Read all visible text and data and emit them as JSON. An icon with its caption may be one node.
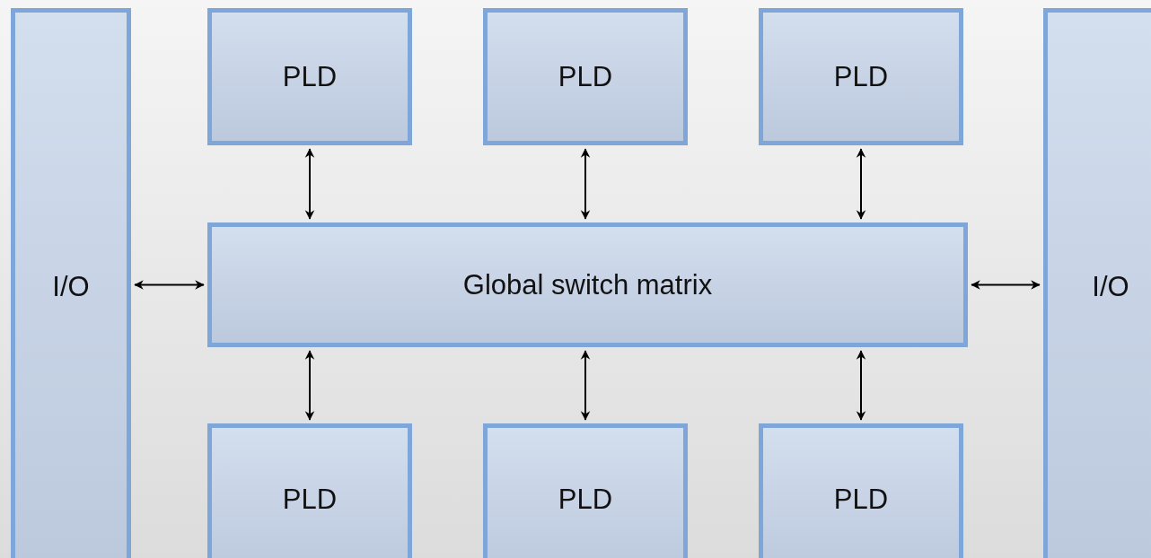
{
  "diagram": {
    "nodes": [
      {
        "text": [
          "I/O"
        ]
      },
      {
        "text": [
          "PLD"
        ]
      },
      {
        "text": [
          "PLD"
        ]
      },
      {
        "text": [
          "PLD"
        ]
      },
      {
        "text": [
          "Global switch matrix"
        ]
      },
      {
        "text": [
          "PLD"
        ]
      },
      {
        "text": [
          "PLD"
        ]
      },
      {
        "text": [
          "PLD"
        ]
      },
      {
        "text": [
          "I/O"
        ]
      }
    ],
    "edges": [
      {
        "from": 1,
        "to": 4,
        "arrow": "both"
      },
      {
        "from": 2,
        "to": 4,
        "arrow": "both"
      },
      {
        "from": 3,
        "to": 4,
        "arrow": "both"
      },
      {
        "from": 0,
        "to": 4,
        "arrow": "both"
      },
      {
        "from": 4,
        "to": 8,
        "arrow": "both"
      },
      {
        "from": 4,
        "to": 5,
        "arrow": "both"
      },
      {
        "from": 4,
        "to": 6,
        "arrow": "both"
      },
      {
        "from": 4,
        "to": 7,
        "arrow": "both"
      }
    ]
  }
}
